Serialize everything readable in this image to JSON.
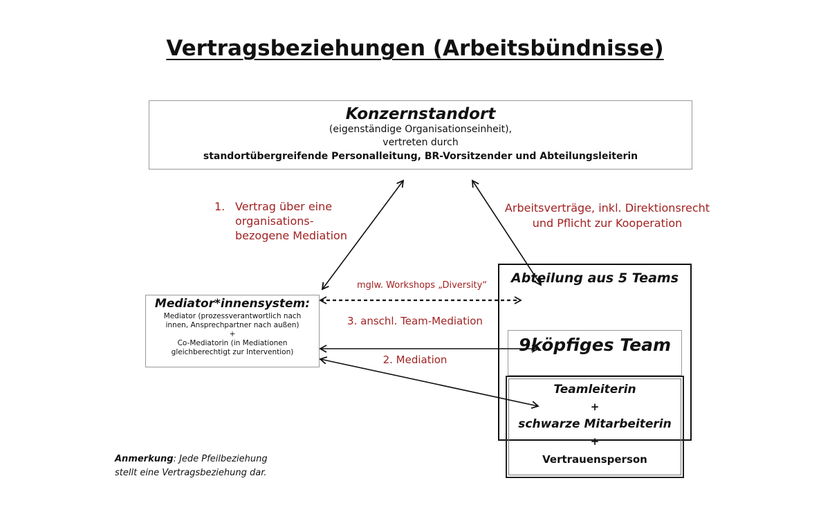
{
  "title": "Vertragsbeziehungen (Arbeitsbündnisse)",
  "konzern": {
    "title": "Konzernstandort",
    "line1": "(eigenständige Organisationseinheit),",
    "line2": "vertreten durch",
    "representatives": "standortübergreifende Personalleitung, BR-Vorsitzender und Abteilungsleiterin"
  },
  "contract_label": {
    "number": "1.",
    "text_lines": [
      "Vertrag über eine",
      "organisations-",
      "bezogene Mediation"
    ]
  },
  "employment_label": {
    "line1": "Arbeitsverträge, inkl. Direktionsrecht",
    "line2": "und Pflicht zur Kooperation"
  },
  "workshop_label": "mglw. Workshops „Diversity“",
  "team_mediation_label": "3. anschl. Team-Mediation",
  "mediation_label": "2. Mediation",
  "mediator_system": {
    "title": "Mediator*innensystem:",
    "lines": [
      "Mediator (prozessverantwortlich nach",
      "innen, Ansprechpartner nach außen)",
      "+",
      "Co-Mediatorin (in Mediationen",
      "gleichberechtigt zur Intervention)"
    ]
  },
  "department": {
    "title": "Abteilung aus 5 Teams"
  },
  "team": {
    "title": "9köpfiges Team"
  },
  "parties": {
    "team_lead": "Teamleiterin",
    "plus1": "+",
    "employee": "schwarze Mitarbeiterin",
    "plus2": "+",
    "trusted_person": "Vertrauensperson"
  },
  "note": {
    "keyword": "Anmerkung",
    "text": ": Jede Pfeilbeziehung",
    "line2": "stellt eine Vertragsbeziehung dar."
  },
  "colors": {
    "label_red": "#a22222",
    "line": "#111111"
  }
}
